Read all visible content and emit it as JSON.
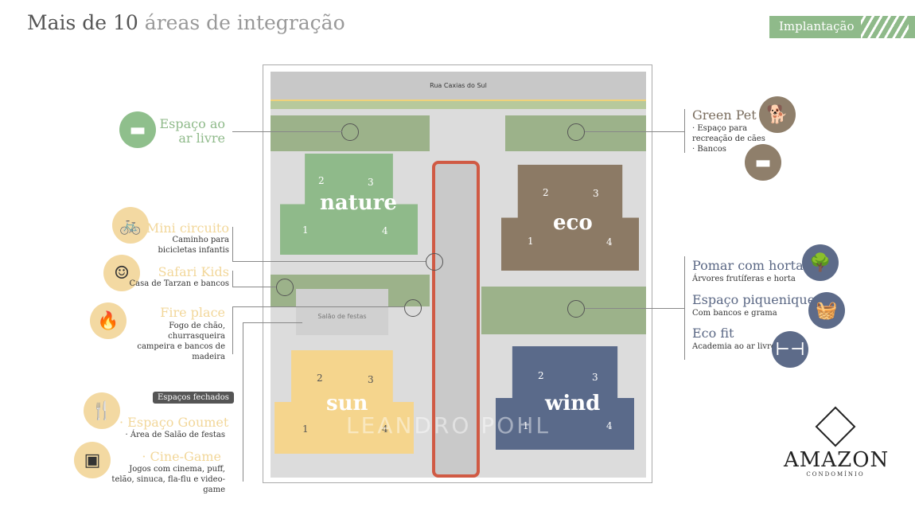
{
  "header": {
    "title_bold": "Mais de 10",
    "title_light": "áreas de integração",
    "badge": "Implantação"
  },
  "plan": {
    "street": "Rua Caxias do Sul",
    "hall": "Salão de festas",
    "buildings": [
      {
        "name": "nature",
        "color": "#8fba8a",
        "units": [
          "1",
          "2",
          "3",
          "4"
        ]
      },
      {
        "name": "eco",
        "color": "#8c7a65",
        "units": [
          "1",
          "2",
          "3",
          "4"
        ]
      },
      {
        "name": "sun",
        "color": "#f5d58d",
        "units": [
          "1",
          "2",
          "3",
          "4"
        ]
      },
      {
        "name": "wind",
        "color": "#5a6a8a",
        "units": [
          "1",
          "2",
          "3",
          "4"
        ]
      }
    ],
    "watermark": "LEANDRO POHL"
  },
  "left": [
    {
      "title": "Espaço ao ar livre",
      "icon": "bench-icon"
    },
    {
      "title": "Mini circuito",
      "desc": "Caminho para bicicletas infantis",
      "icon": "bicycle-icon"
    },
    {
      "title": "Safari Kids",
      "desc": "Casa de Tarzan e bancos",
      "icon": "kids-icon"
    },
    {
      "title": "Fire place",
      "desc": "Fogo de chão, churrasqueira campeira e bancos de madeira",
      "icon": "campfire-icon"
    },
    {
      "title": "· Espaço Goumet",
      "desc": "· Área de Salão de festas",
      "icon": "cutlery-icon"
    },
    {
      "title": "· Cine-Game",
      "desc": "Jogos com cinema, puff, telão, sinuca, fla-flu e video-game",
      "icon": "game-table-icon"
    }
  ],
  "closed_label": "Espaços fechados",
  "right": [
    {
      "title": "Green Pet",
      "desc1": "· Espaço para recreação de cães",
      "desc2": "· Bancos",
      "icon": "dog-icon"
    },
    {
      "title": "Pomar com horta",
      "desc": "Árvores frutíferas e horta",
      "icon": "tree-icon"
    },
    {
      "title": "Espaço piquenique",
      "desc": "Com bancos e grama",
      "icon": "picnic-basket-icon"
    },
    {
      "title": "Eco fit",
      "desc": "Academia ao ar livre",
      "icon": "dumbbell-icon"
    }
  ],
  "logo": {
    "name": "AMAZON",
    "sub": "CONDOMÍNIO"
  }
}
